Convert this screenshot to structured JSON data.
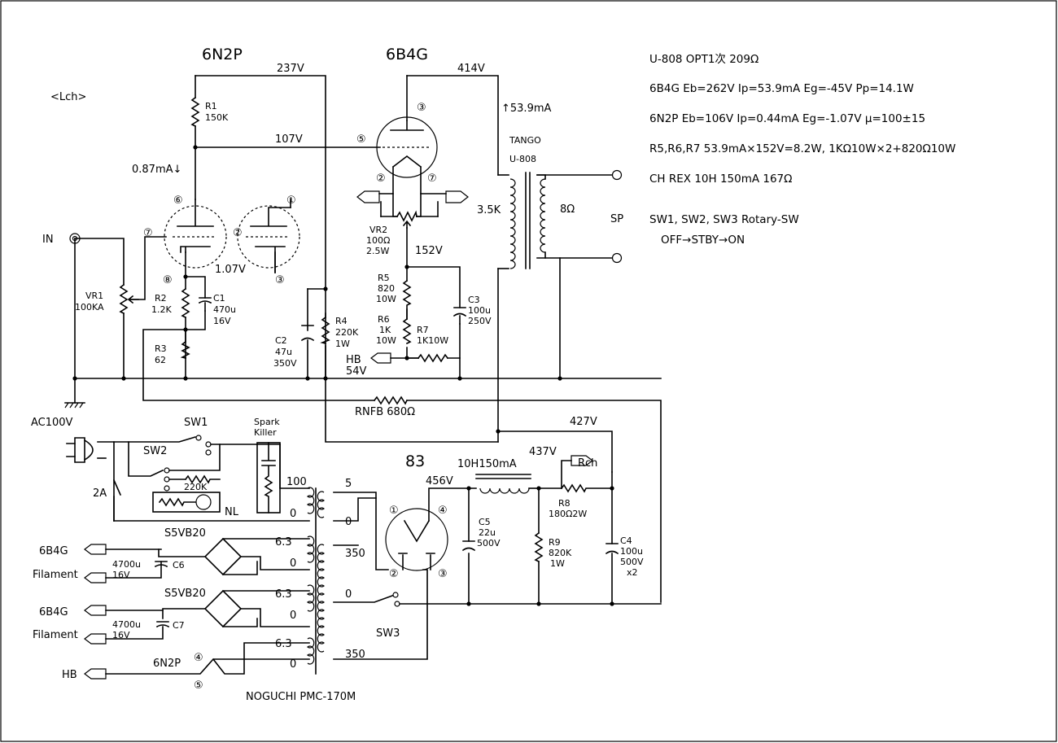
{
  "title": {
    "lch": "<Lch>",
    "tube1": "6N2P",
    "tube2": "6B4G",
    "rect": "83"
  },
  "notes": [
    "U-808 OPT1次 209Ω",
    "6B4G Eb=262V Ip=53.9mA Eg=-45V Pp=14.1W",
    "6N2P Eb=106V Ip=0.44mA Eg=-1.07V μ=100±15",
    "R5,R6,R7 53.9mA×152V=8.2W, 1KΩ10W×2+820Ω10W",
    "CH REX 10H 150mA 167Ω",
    "SW1, SW2, SW3 Rotary-SW",
    "OFF→STBY→ON"
  ],
  "voltages": {
    "v237": "237V",
    "v414": "414V",
    "v107": "107V",
    "v152": "152V",
    "v427": "427V",
    "v437": "437V",
    "v456": "456V",
    "v107k": "1.07V",
    "i087": "0.87mA↓",
    "i539": "↑53.9mA"
  },
  "labels": {
    "in": "IN",
    "sp": "SP",
    "ohm8": "8Ω",
    "k35": "3.5K",
    "tango": "TANGO",
    "u808": "U-808",
    "ac": "AC100V",
    "sw1": "SW1",
    "sw2": "SW2",
    "sw3": "SW3",
    "fuse": "2A",
    "nl": "NL",
    "spark1": "Spark",
    "spark2": "Killer",
    "r220k": "220K",
    "ch": "10H150mA",
    "rch": "Rch",
    "hb1": "HB",
    "hb2": "HB",
    "hb54": "54V",
    "rnfb": "RNFB 680Ω",
    "s5a": "S5VB20",
    "s5b": "S5VB20",
    "fil1": "6B4G",
    "fil1b": "Filament",
    "fil2": "6B4G",
    "fil2b": "Filament",
    "n6n2p": "6N2P",
    "noguchi": "NOGUCHI PMC-170M",
    "t100": "100",
    "t0a": "0",
    "t63a": "6.3",
    "t0b": "0",
    "t63b": "6.3",
    "t0c": "0",
    "t63c": "6.3",
    "t0d": "0",
    "s5": "5",
    "s0": "0",
    "s350a": "350",
    "s0b": "0",
    "s350b": "350"
  },
  "pins": {
    "p1": "①",
    "p2": "②",
    "p3": "③",
    "p4": "④",
    "p5": "⑤",
    "p6": "⑥",
    "p7": "⑦",
    "p8": "⑧"
  },
  "parts": {
    "r1": [
      "R1",
      "150K"
    ],
    "vr1": [
      "VR1",
      "100KA"
    ],
    "r2": [
      "R2",
      "1.2K"
    ],
    "c1": [
      "C1",
      "470u",
      "16V"
    ],
    "r3": [
      "R3",
      "62"
    ],
    "c2": [
      "C2",
      "47u",
      "350V"
    ],
    "r4": [
      "R4",
      "220K",
      "1W"
    ],
    "vr2": [
      "VR2",
      "100Ω",
      "2.5W"
    ],
    "r5": [
      "R5",
      "820",
      "10W"
    ],
    "r6": [
      "R6",
      "1K",
      "10W"
    ],
    "r7": [
      "R7",
      "1K10W"
    ],
    "c3": [
      "C3",
      "100u",
      "250V"
    ],
    "c5": [
      "C5",
      "22u",
      "500V"
    ],
    "r9": [
      "R9",
      "820K",
      "1W"
    ],
    "r8": [
      "R8",
      "180Ω2W"
    ],
    "c4": [
      "C4",
      "100u",
      "500V",
      "x2"
    ],
    "c6": [
      "4700u",
      "16V",
      "C6"
    ],
    "c7": [
      "4700u",
      "16V",
      "C7"
    ]
  }
}
